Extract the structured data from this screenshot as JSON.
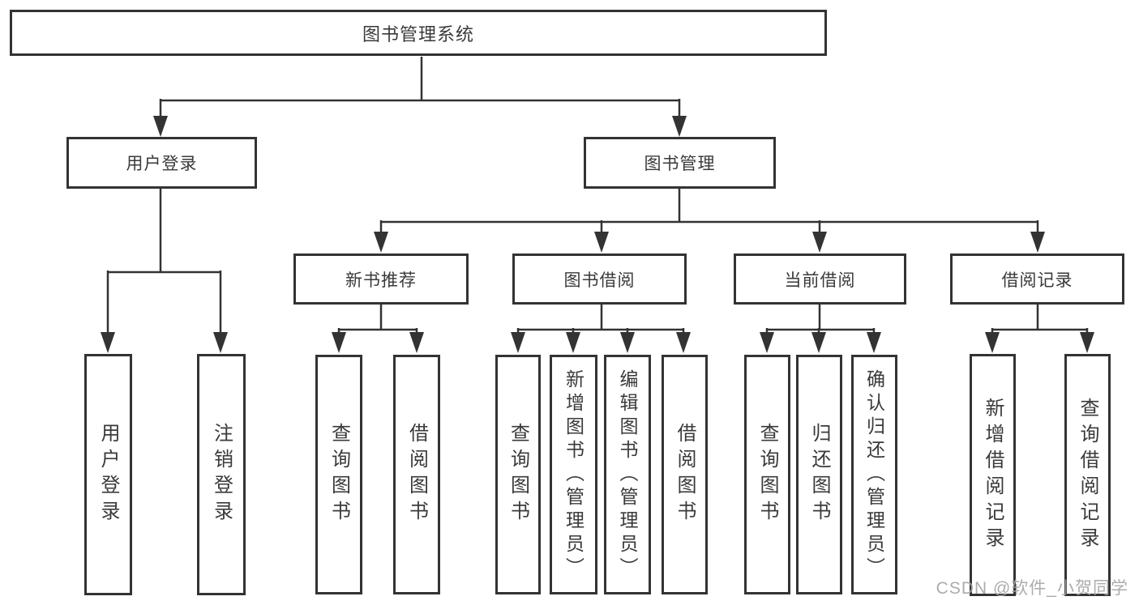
{
  "tree": {
    "root": "图书管理系统",
    "branches": {
      "user_login": {
        "label": "用户登录",
        "children": {
          "login": "用户登录",
          "logout": "注销登录"
        }
      },
      "book_mgmt": {
        "label": "图书管理",
        "children": {
          "new_book_rec": {
            "label": "新书推荐",
            "children": {
              "query_book": "查询图书",
              "borrow_book": "借阅图书"
            }
          },
          "book_borrow": {
            "label": "图书借阅",
            "children": {
              "query_book": "查询图书",
              "add_book": "新增图书（管理员）",
              "edit_book": "编辑图书（管理员）",
              "borrow_book": "借阅图书"
            }
          },
          "current_borrow": {
            "label": "当前借阅",
            "children": {
              "query_book": "查询图书",
              "return_book": "归还图书",
              "confirm_return": "确认归还（管理员）"
            }
          },
          "borrow_records": {
            "label": "借阅记录",
            "children": {
              "add_record": "新增借阅记录",
              "query_record": "查询借阅记录"
            }
          }
        }
      }
    }
  },
  "colors": {
    "line": "#333333",
    "text": "#3a3a3a",
    "watermark": "#a5a3a3"
  },
  "watermark": {
    "text": "CSDN @软件_小贺同学"
  }
}
